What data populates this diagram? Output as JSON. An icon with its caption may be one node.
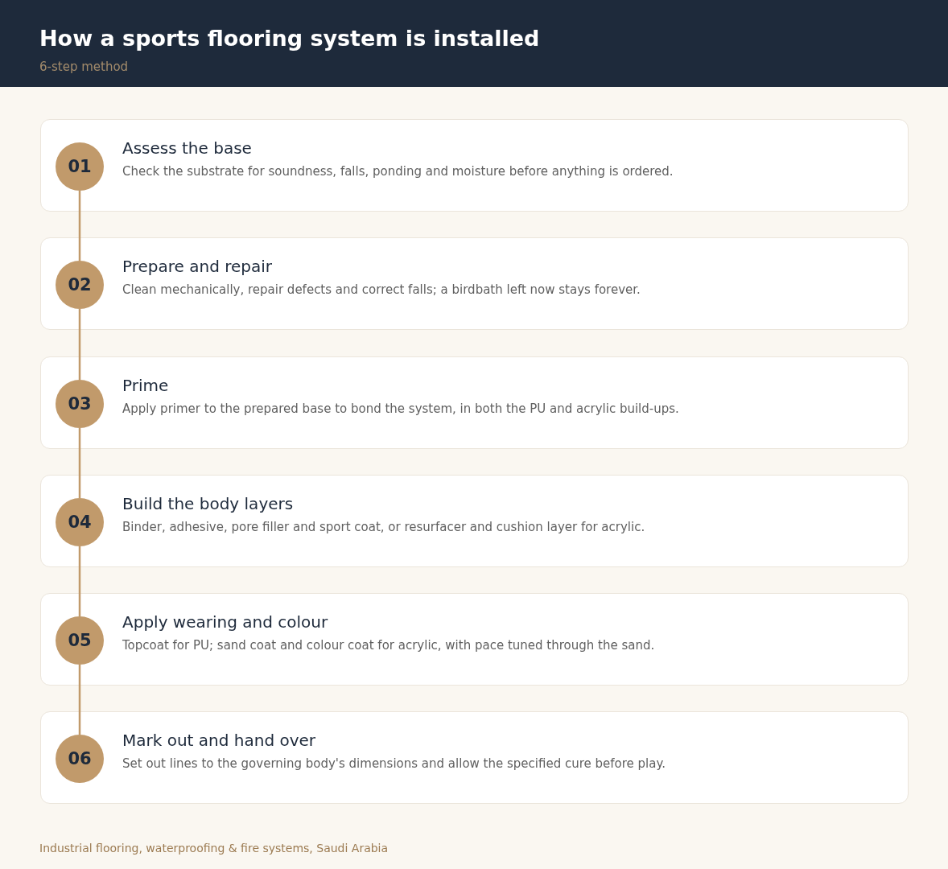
{
  "diagram": {
    "title": "How a sports flooring system is installed",
    "nodes": [
      {
        "text": [
          "Assess the base",
          "Check the substrate for soundness, falls, ponding and moisture before anything is ordered."
        ]
      },
      {
        "text": [
          "01"
        ],
        "in": 0
      },
      {
        "text": [
          "Prepare and repair",
          "Clean mechanically, repair defects and correct falls; a birdbath left now stays forever."
        ]
      },
      {
        "text": [
          "02"
        ],
        "in": 2
      },
      {
        "text": [
          "Prime",
          "Apply primer to the prepared base to bond the system, in both the PU and acrylic build-ups."
        ]
      },
      {
        "text": [
          "03"
        ],
        "in": 4
      },
      {
        "text": [
          "Build the body layers",
          "Binder, adhesive, pore filler and sport coat, or resurfacer and cushion layer for acrylic."
        ]
      },
      {
        "text": [
          "04"
        ],
        "in": 6
      },
      {
        "text": [
          "Apply wearing and colour",
          "Topcoat for PU; sand coat and colour coat for acrylic, with pace tuned through the sand."
        ]
      },
      {
        "text": [
          "05"
        ],
        "in": 8
      },
      {
        "text": [
          "Mark out and hand over",
          "Set out lines to the governing body's dimensions and allow the specified cure before play."
        ]
      },
      {
        "text": [
          "06"
        ],
        "in": 10
      }
    ],
    "edges": [
      {
        "from": 1,
        "to": 3,
        "arrow": "none"
      },
      {
        "from": 3,
        "to": 5,
        "arrow": "none"
      },
      {
        "from": 5,
        "to": 7,
        "arrow": "none"
      },
      {
        "from": 7,
        "to": 9,
        "arrow": "none"
      },
      {
        "from": 9,
        "to": 11,
        "arrow": "none"
      }
    ],
    "labels": [
      "6-step method",
      "Industrial flooring, waterproofing & fire systems, Saudi Arabia"
    ]
  }
}
